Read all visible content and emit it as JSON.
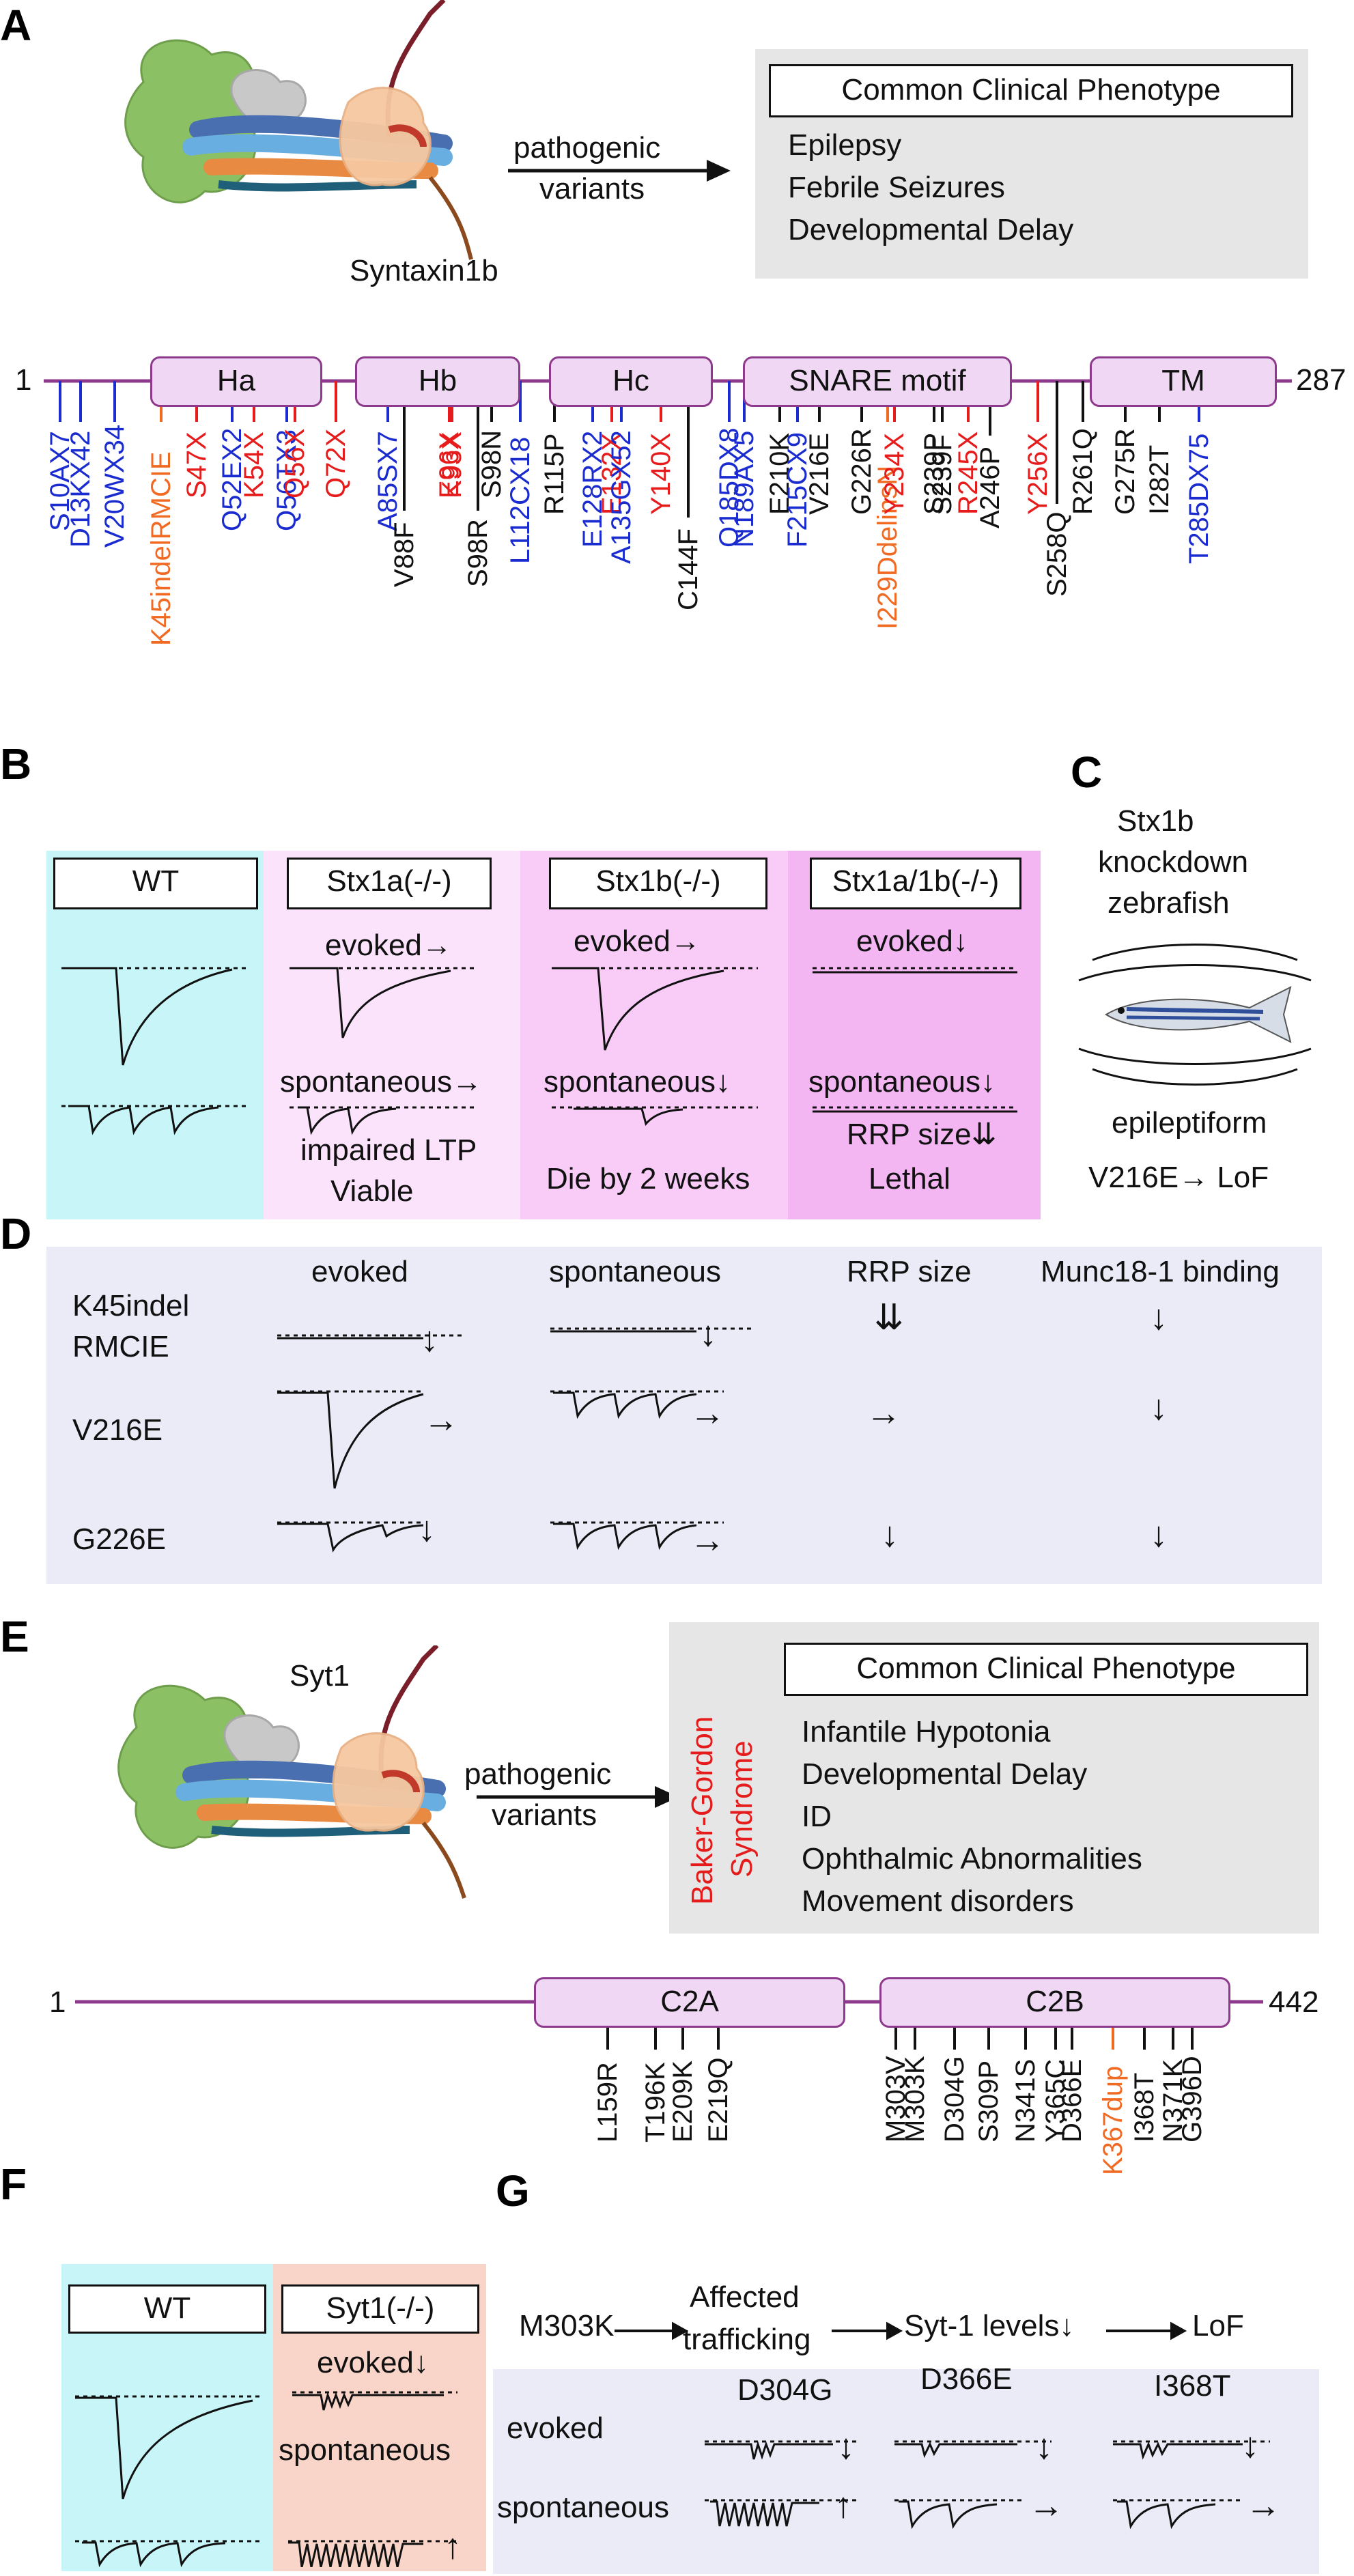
{
  "panels": {
    "A": "A",
    "B": "B",
    "C": "C",
    "D": "D",
    "E": "E",
    "F": "F",
    "G": "G"
  },
  "panel_a": {
    "protein_label": "Syntaxin1b",
    "arrow_label_1": "pathogenic",
    "arrow_label_2": "variants",
    "phenotype_title": "Common Clinical Phenotype",
    "phenotypes": [
      "Epilepsy",
      "Febrile Seizures",
      "Developmental Delay"
    ],
    "seq_start": "1",
    "seq_end": "287",
    "domains": [
      "Ha",
      "Hb",
      "Hc",
      "SNARE motif",
      "TM"
    ],
    "variants": [
      {
        "label": "S10AX7",
        "color": "blue"
      },
      {
        "label": "D13KX42",
        "color": "blue"
      },
      {
        "label": "V20WX34",
        "color": "blue"
      },
      {
        "label": "K45indelRMCIE",
        "color": "orange"
      },
      {
        "label": "S47X",
        "color": "red"
      },
      {
        "label": "Q52EX2",
        "color": "blue"
      },
      {
        "label": "K54X",
        "color": "red"
      },
      {
        "label": "Q56TX3",
        "color": "blue"
      },
      {
        "label": "Q56X",
        "color": "red"
      },
      {
        "label": "Q72X",
        "color": "red"
      },
      {
        "label": "A85SX7",
        "color": "blue"
      },
      {
        "label": "V88F",
        "color": "black"
      },
      {
        "label": "E96X",
        "color": "red"
      },
      {
        "label": "K93X",
        "color": "red"
      },
      {
        "label": "S98R",
        "color": "black"
      },
      {
        "label": "S98N",
        "color": "black"
      },
      {
        "label": "L112CX18",
        "color": "blue"
      },
      {
        "label": "R115P",
        "color": "black"
      },
      {
        "label": "E128RX2",
        "color": "blue"
      },
      {
        "label": "E132X",
        "color": "red"
      },
      {
        "label": "A135GX52",
        "color": "blue"
      },
      {
        "label": "Y140X",
        "color": "red"
      },
      {
        "label": "C144F",
        "color": "black"
      },
      {
        "label": "Q185DX8",
        "color": "blue"
      },
      {
        "label": "N189AX5",
        "color": "blue"
      },
      {
        "label": "E210K",
        "color": "black"
      },
      {
        "label": "F215CX9",
        "color": "blue"
      },
      {
        "label": "V216E",
        "color": "black"
      },
      {
        "label": "G226R",
        "color": "black"
      },
      {
        "label": "I229DdelinsN",
        "color": "orange"
      },
      {
        "label": "Y234X",
        "color": "red"
      },
      {
        "label": "S239P",
        "color": "black"
      },
      {
        "label": "S239F",
        "color": "black"
      },
      {
        "label": "R245X",
        "color": "red"
      },
      {
        "label": "A246P",
        "color": "black"
      },
      {
        "label": "Y256X",
        "color": "red"
      },
      {
        "label": "S258Q",
        "color": "black"
      },
      {
        "label": "R261Q",
        "color": "black"
      },
      {
        "label": "G275R",
        "color": "black"
      },
      {
        "label": "I282T",
        "color": "black"
      },
      {
        "label": "T285DX75",
        "color": "blue"
      }
    ]
  },
  "panel_b": {
    "strains": [
      "WT",
      "Stx1a(-/-)",
      "Stx1b(-/-)",
      "Stx1a/1b(-/-)"
    ],
    "stx1a": {
      "evoked": "evoked→",
      "spontaneous": "spontaneous→",
      "note1": "impaired LTP",
      "note2": "Viable"
    },
    "stx1b": {
      "evoked": "evoked→",
      "spontaneous": "spontaneous↓",
      "note1": "Die by 2 weeks"
    },
    "stx1ab": {
      "evoked": "evoked↓",
      "spontaneous": "spontaneous↓",
      "note1": "RRP size⇊",
      "note2": "Lethal"
    },
    "colors": {
      "wt": "#c8f6f8",
      "stx1a": "#fbe3fb",
      "stx1b": "#f9ccf8",
      "stx1ab": "#f4b6f2"
    }
  },
  "panel_c": {
    "line1": "Stx1b",
    "line2": "knockdown",
    "line3": "zebrafish",
    "line4": "epileptiform",
    "line5": "V216E→ LoF"
  },
  "panel_d": {
    "headers": [
      "evoked",
      "spontaneous",
      "RRP size",
      "Munc18-1 binding"
    ],
    "rows": [
      {
        "label1": "K45indel",
        "label2": "RMCIE",
        "evoked": "↓",
        "spont": "↓",
        "rrp": "⇊",
        "munc": "↓"
      },
      {
        "label1": "V216E",
        "label2": "",
        "evoked": "→",
        "spont": "→",
        "rrp": "→",
        "munc": "↓"
      },
      {
        "label1": "G226E",
        "label2": "",
        "evoked": "↓",
        "spont": "→",
        "rrp": "↓",
        "munc": "↓"
      }
    ],
    "bg": "#ebebf8"
  },
  "panel_e": {
    "protein_label": "Syt1",
    "arrow_label_1": "pathogenic",
    "arrow_label_2": "variants",
    "syndrome_1": "Baker-Gordon",
    "syndrome_2": "Syndrome",
    "phenotype_title": "Common Clinical Phenotype",
    "phenotypes": [
      "Infantile Hypotonia",
      "Developmental Delay",
      "ID",
      "Ophthalmic Abnormalities",
      "Movement disorders"
    ],
    "seq_start": "1",
    "seq_end": "442",
    "domains": [
      "C2A",
      "C2B"
    ],
    "variants": [
      {
        "label": "L159R",
        "color": "black"
      },
      {
        "label": "T196K",
        "color": "black"
      },
      {
        "label": "E209K",
        "color": "black"
      },
      {
        "label": "E219Q",
        "color": "black"
      },
      {
        "label": "M303V",
        "color": "black"
      },
      {
        "label": "M303K",
        "color": "black"
      },
      {
        "label": "D304G",
        "color": "black"
      },
      {
        "label": "S309P",
        "color": "black"
      },
      {
        "label": "N341S",
        "color": "black"
      },
      {
        "label": "Y365C",
        "color": "black"
      },
      {
        "label": "D366E",
        "color": "black"
      },
      {
        "label": "K367dup",
        "color": "orange"
      },
      {
        "label": "I368T",
        "color": "black"
      },
      {
        "label": "N371K",
        "color": "black"
      },
      {
        "label": "G396D",
        "color": "black"
      }
    ]
  },
  "panel_f": {
    "strains": [
      "WT",
      "Syt1(-/-)"
    ],
    "evoked": "evoked↓",
    "spontaneous": "spontaneous",
    "spont_arrow": "↑",
    "colors": {
      "wt": "#c8f6f8",
      "ko": "#f8d5c8"
    }
  },
  "panel_g": {
    "flow": [
      "M303K",
      "Affected",
      "trafficking",
      "Syt-1 levels↓",
      "LoF"
    ],
    "mutants": [
      "D304G",
      "D366E",
      "I368T"
    ],
    "row_labels": [
      "evoked",
      "spontaneous"
    ],
    "evoked_arrows": [
      "↓",
      "↓",
      "↓"
    ],
    "spont_arrows": [
      "↑",
      "→",
      "→"
    ],
    "bg": "#ebebf8"
  },
  "colors": {
    "blue": "#1a2bd0",
    "red": "#e61b1b",
    "orange": "#f06a24",
    "line": "#8e3a8c",
    "domain_fill": "#f0d8f4"
  }
}
